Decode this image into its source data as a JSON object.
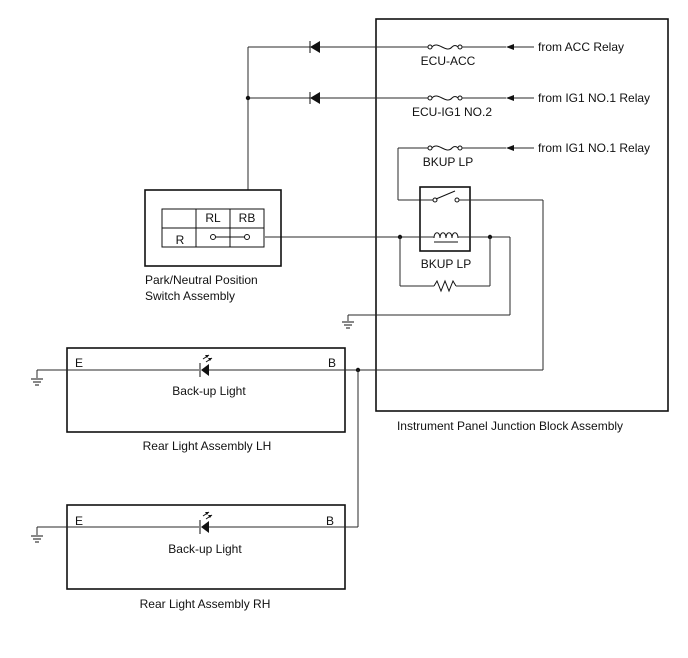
{
  "labels": {
    "sources": {
      "acc": "from ACC Relay",
      "ig1_a": "from IG1 NO.1 Relay",
      "ig1_b": "from IG1 NO.1 Relay"
    },
    "fuses": {
      "ecu_acc": "ECU-ACC",
      "ecu_ig1": "ECU-IG1 NO.2",
      "bkup_fuse": "BKUP LP"
    },
    "relay": "BKUP LP",
    "junction_block": "Instrument Panel Junction Block Assembly",
    "switch": {
      "col_rl": "RL",
      "col_rb": "RB",
      "row_r": "R",
      "name_line1": "Park/Neutral Position",
      "name_line2": "Switch Assembly"
    },
    "lh": {
      "terminal_e": "E",
      "terminal_b": "B",
      "lamp": "Back-up Light",
      "name": "Rear Light Assembly LH"
    },
    "rh": {
      "terminal_e": "E",
      "terminal_b": "B",
      "lamp": "Back-up Light",
      "name": "Rear Light Assembly RH"
    }
  },
  "colors": {
    "line": "#2a2a2a",
    "text": "#111111",
    "background": "#ffffff"
  }
}
